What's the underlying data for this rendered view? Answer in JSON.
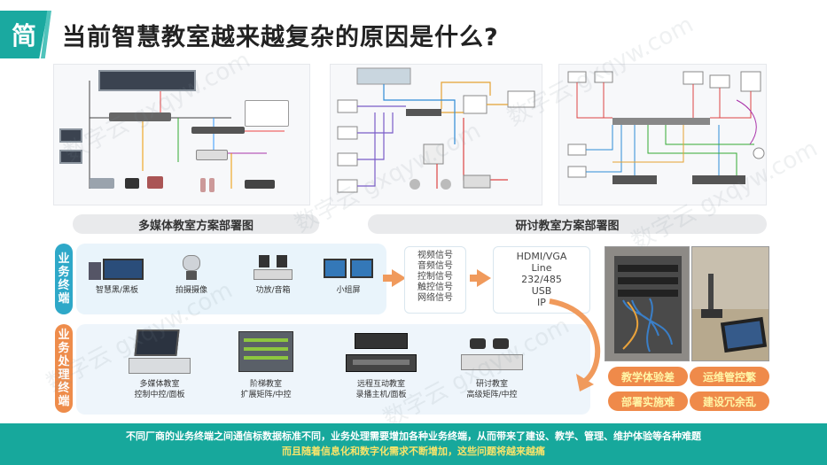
{
  "header": {
    "badge": "简",
    "title": "当前智慧教室越来越复杂的原因是什么?"
  },
  "captions": {
    "multimedia": "多媒体教室方案部署图",
    "seminar": "研讨教室方案部署图"
  },
  "row1": {
    "label_chars": [
      "业",
      "务",
      "终",
      "端"
    ],
    "devices": [
      {
        "label": "智慧黑/黑板"
      },
      {
        "label": "拍摄摄像"
      },
      {
        "label": "功放/音箱"
      },
      {
        "label": "小组屏"
      }
    ],
    "signals": [
      "视频信号",
      "音频信号",
      "控制信号",
      "触控信号",
      "网络信号"
    ],
    "interfaces": [
      "HDMI/VGA",
      "Line",
      "232/485",
      "USB",
      "IP"
    ]
  },
  "row2": {
    "label_chars": [
      "业",
      "务",
      "处",
      "理",
      "终",
      "端"
    ],
    "devices": [
      {
        "line1": "多媒体教室",
        "line2": "控制中控/面板"
      },
      {
        "line1": "阶梯教室",
        "line2": "扩展矩阵/中控"
      },
      {
        "line1": "远程互动教室",
        "line2": "录播主机/面板"
      },
      {
        "line1": "研讨教室",
        "line2": "高级矩阵/中控"
      }
    ]
  },
  "tags": [
    "教学体验差",
    "运维管控繁",
    "部署实施难",
    "建设冗余乱"
  ],
  "footer": {
    "line1": "不同厂商的业务终端之间通信标数据标准不同，业务处理需要增加各种业务终端，从而带来了建设、教学、管理、维护体验等各种难题",
    "line2": "而且随着信息化和数字化需求不断增加，这些问题将越来越痛"
  },
  "watermark": "数字云 gxqyw.com",
  "colors": {
    "teal": "#17a89c",
    "blue": "#2ea8c8",
    "orange": "#ee8c4b",
    "yellow": "#f9e46a"
  }
}
